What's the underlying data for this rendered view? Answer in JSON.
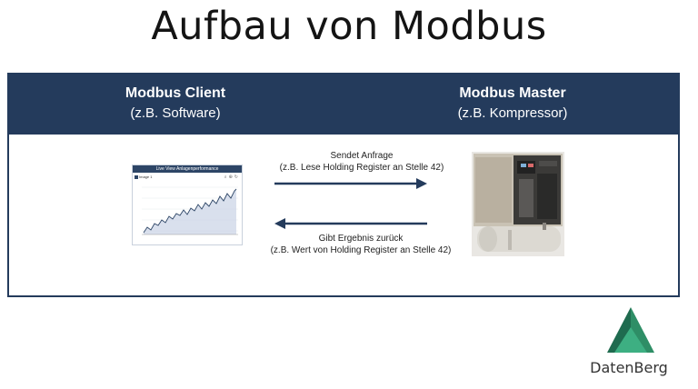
{
  "title": "Aufbau von Modbus",
  "client": {
    "name": "Modbus Client",
    "example": "(z.B. Software)"
  },
  "master": {
    "name": "Modbus Master",
    "example": "(z.B. Kompressor)"
  },
  "request": {
    "line1": "Sendet Anfrage",
    "line2": "(z.B. Lese Holding Register an Stelle 42)"
  },
  "response": {
    "line1": "Gibt Ergebnis zurück",
    "line2": "(z.B. Wert von Holding Register an Stelle 42)"
  },
  "screenshot": {
    "title": "Live View Anlagenperformance",
    "legend": "Image 1",
    "icons": [
      "search-icon",
      "zoom-icon",
      "reset-icon"
    ]
  },
  "logo": {
    "text": "DatenBerg"
  },
  "colors": {
    "navy": "#243b5c",
    "arrow": "#243b5c",
    "logo_dark": "#1f6b4f",
    "logo_light": "#3daf82"
  }
}
